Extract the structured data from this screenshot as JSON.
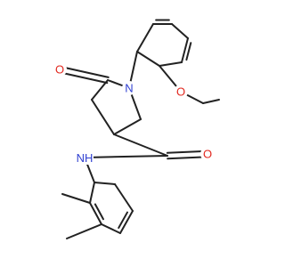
{
  "diagram": {
    "type": "chemical-structure",
    "atom_labels": {
      "ring_nitrogen": "N",
      "carbonyl_oxygen_ring": "O",
      "ether_oxygen": "O",
      "amide_oxygen": "O",
      "amide_nh": "H"
    },
    "colors": {
      "bond": "#222222",
      "nitrogen": "#2f3fd1",
      "oxygen": "#e2281f",
      "background": "#ffffff"
    }
  }
}
